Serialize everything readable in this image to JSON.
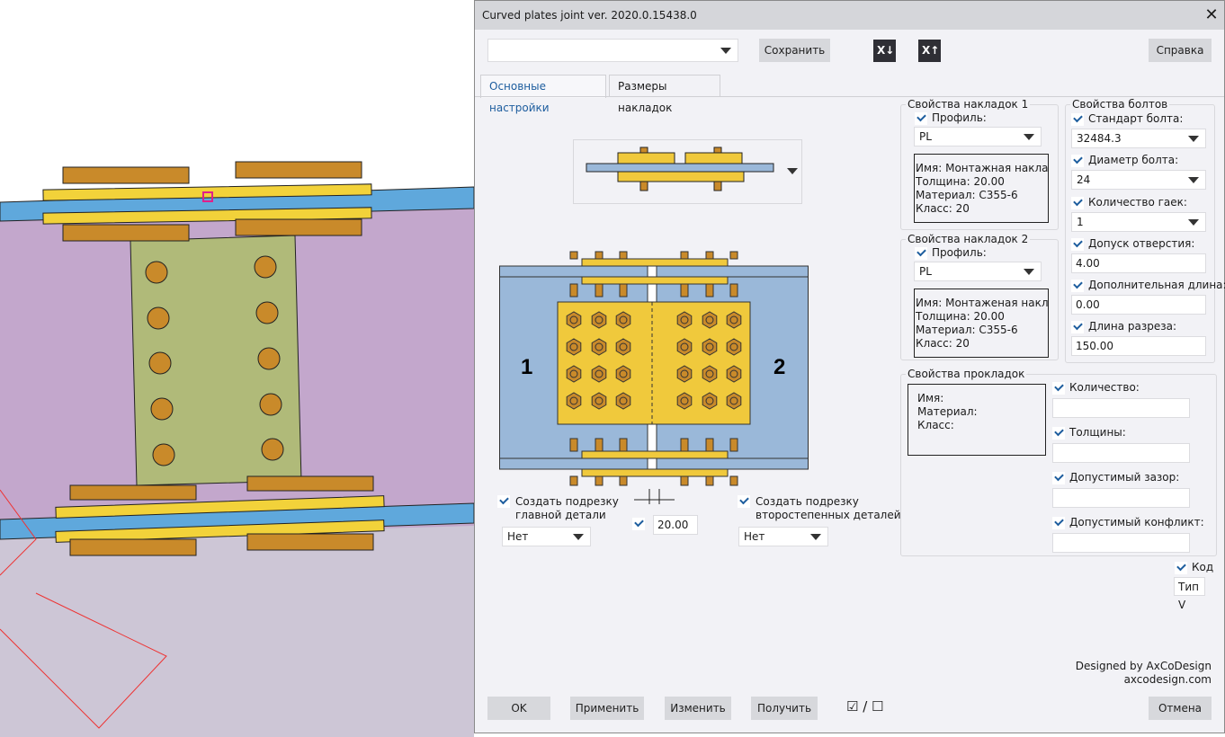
{
  "window": {
    "title": "Curved plates joint ver. 2020.0.15438.0",
    "close": "✕"
  },
  "toolbar": {
    "preset_value": "",
    "save": "Сохранить",
    "help": "Справка",
    "excel_export_icon": "excel-export-icon",
    "excel_import_icon": "excel-import-icon"
  },
  "tabs": [
    {
      "label": "Основные настройки",
      "active": true
    },
    {
      "label": "Размеры накладок",
      "active": false
    }
  ],
  "diagram": {
    "label_left": "1",
    "label_right": "2"
  },
  "cut_main": {
    "label1": "Создать подрезку",
    "label2": "главной детали",
    "value": "Нет"
  },
  "gap": {
    "value": "20.00"
  },
  "cut_secondary": {
    "label1": "Создать подрезку",
    "label2": "второстепенных деталей",
    "value": "Нет"
  },
  "plates1": {
    "title": "Свойства накладок 1",
    "profile_label": "Профиль:",
    "profile": "PL",
    "info": [
      "Имя: Монтажная накладка",
      "Толщина: 20.00",
      "Материал: С355-6",
      "Класс: 20"
    ]
  },
  "plates2": {
    "title": "Свойства накладок 2",
    "profile_label": "Профиль:",
    "profile": "PL",
    "info": [
      "Имя: Монтаженая накладка",
      "Толщина: 20.00",
      "Материал: С355-6",
      "Класс: 20"
    ]
  },
  "bolts": {
    "title": "Свойства болтов",
    "standard_label": "Стандарт болта:",
    "standard": "32484.3",
    "diameter_label": "Диаметр болта:",
    "diameter": "24",
    "nuts_label": "Количество гаек:",
    "nuts": "1",
    "tolerance_label": "Допуск отверстия:",
    "tolerance": "4.00",
    "extra_label": "Дополнительная длина:",
    "extra": "0.00",
    "slot_label": "Длина разреза:",
    "slot": "150.00"
  },
  "shims": {
    "title": "Свойства прокладок",
    "info": [
      "Имя:",
      "Материал:",
      "Класс:"
    ],
    "count_label": "Количество:",
    "count": "",
    "thick_label": "Толщины:",
    "thick": "",
    "gap_label": "Допустимый зазор:",
    "gap": "",
    "conflict_label": "Допустимый конфликт:",
    "conflict": ""
  },
  "code": {
    "label": "Код",
    "value": "Тип V"
  },
  "credits": {
    "line1": "Designed by AxCoDesign",
    "line2": "axcodesign.com"
  },
  "footer": {
    "ok": "OK",
    "apply": "Применить",
    "modify": "Изменить",
    "get": "Получить",
    "toggle": "☑ / ☐",
    "cancel": "Отмена"
  },
  "colors": {
    "plate": "#f0c93c",
    "beam": "#9ab8d9",
    "bolt": "#c98a2a",
    "viewport_bg": "#c4a8cc"
  }
}
